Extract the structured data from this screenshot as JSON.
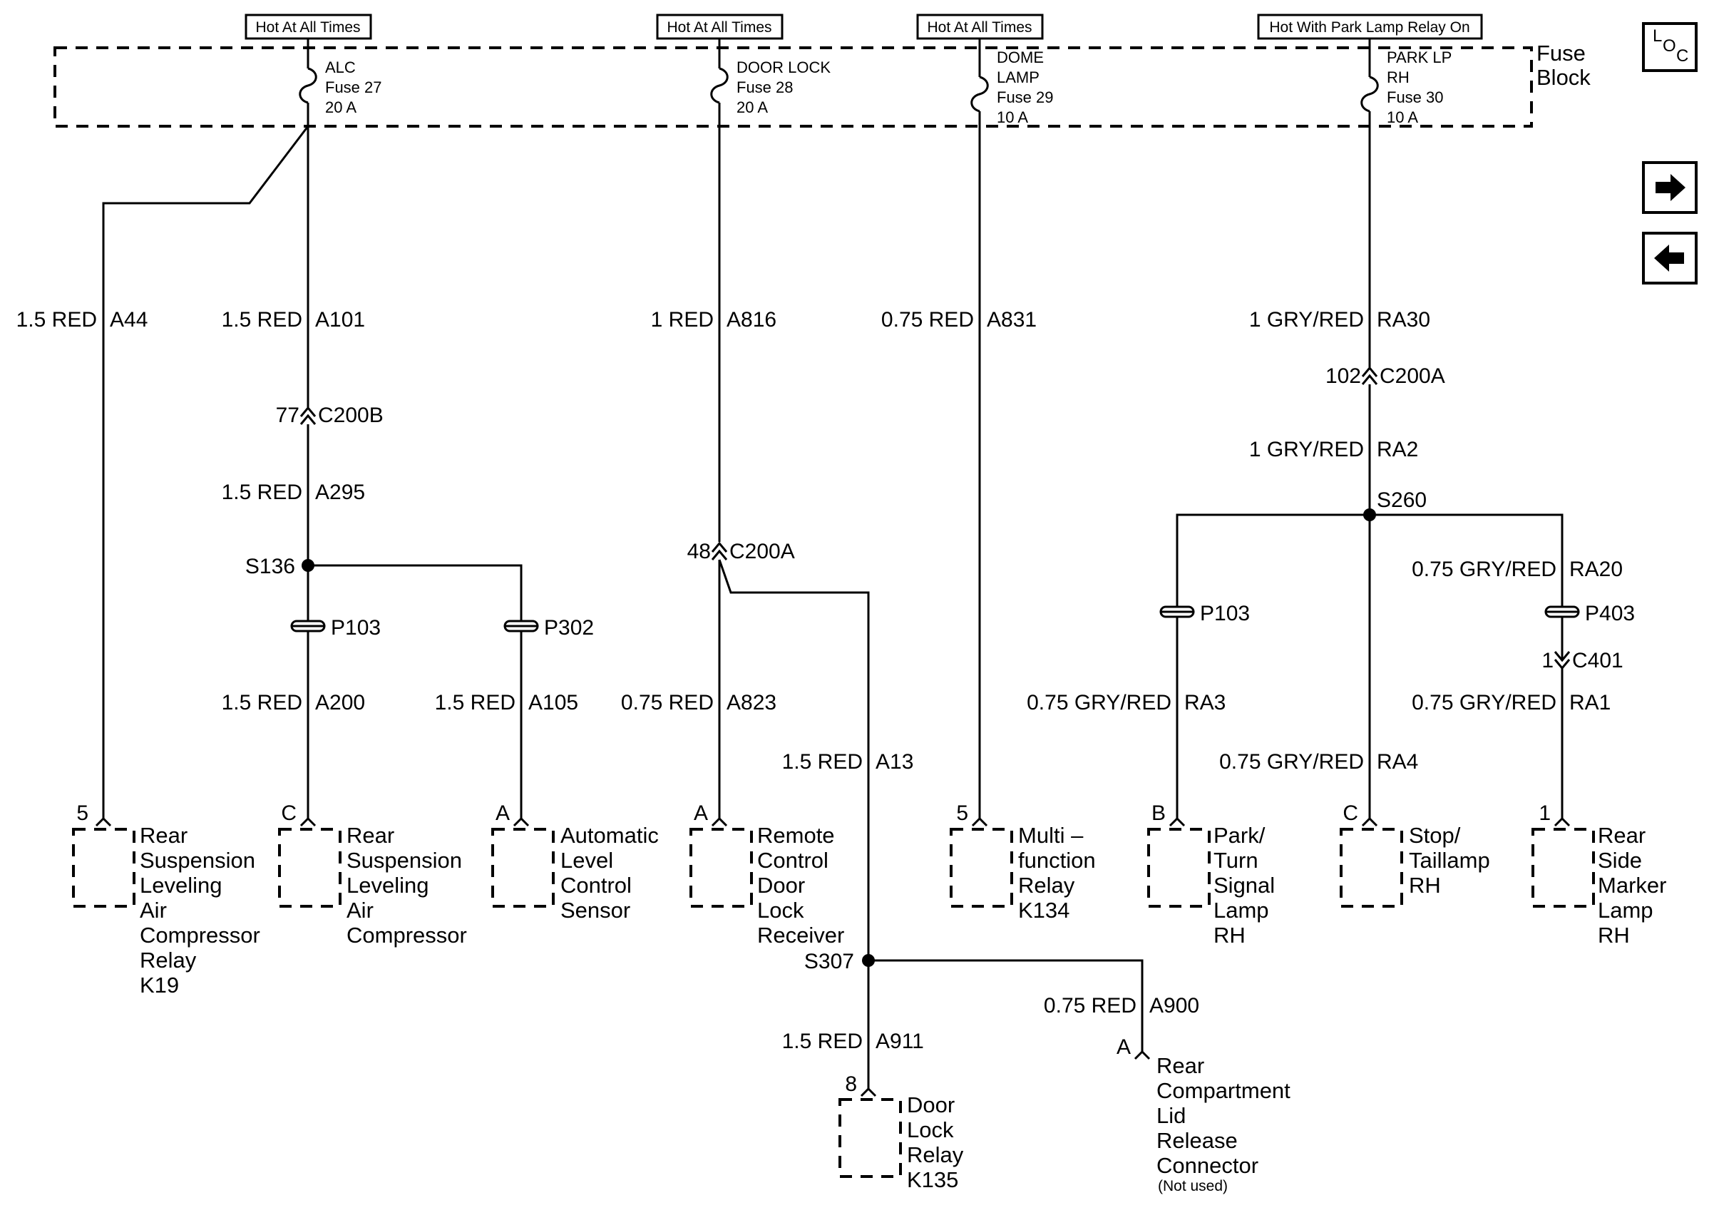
{
  "nav": {
    "loc_label_l": "L",
    "loc_label_o": "O",
    "loc_label_c": "C"
  },
  "fuse_block_label": [
    "Fuse",
    "Block"
  ],
  "headers": [
    "Hot At All Times",
    "Hot At All Times",
    "Hot At All Times",
    "Hot With Park Lamp Relay On"
  ],
  "fuses": [
    [
      "ALC",
      "Fuse 27",
      "20 A"
    ],
    [
      "DOOR LOCK",
      "Fuse 28",
      "20 A"
    ],
    [
      "DOME",
      "LAMP",
      "Fuse 29",
      "10 A"
    ],
    [
      "PARK LP",
      "RH",
      "Fuse 30",
      "10 A"
    ]
  ],
  "wires": [
    "1.5 RED",
    "A44",
    "1.5 RED",
    "A101",
    "1 RED",
    "A816",
    "0.75 RED",
    "A831",
    "1 GRY/RED",
    "RA30",
    "1.5 RED",
    "A295",
    "1 GRY/RED",
    "RA2",
    "0.75 GRY/RED",
    "RA20",
    "1.5 RED",
    "A200",
    "1.5 RED",
    "A105",
    "0.75 RED",
    "A823",
    "0.75 GRY/RED",
    "RA3",
    "0.75 GRY/RED",
    "RA1",
    "1.5 RED",
    "A13",
    "0.75 GRY/RED",
    "RA4",
    "0.75 RED",
    "A900",
    "1.5 RED",
    "A911"
  ],
  "connectors": [
    "77",
    "C200B",
    "102",
    "C200A",
    "48",
    "C200A",
    "1",
    "C401",
    "P103",
    "P302",
    "P103",
    "P403"
  ],
  "splices": [
    "S136",
    "S260",
    "S307"
  ],
  "pins": [
    "5",
    "C",
    "A",
    "A",
    "5",
    "B",
    "C",
    "1",
    "A",
    "8"
  ],
  "components": [
    [
      "Rear",
      "Suspension",
      "Leveling",
      "Air",
      "Compressor",
      "Relay",
      "K19"
    ],
    [
      "Rear",
      "Suspension",
      "Leveling",
      "Air",
      "Compressor"
    ],
    [
      "Automatic",
      "Level",
      "Control",
      "Sensor"
    ],
    [
      "Remote",
      "Control",
      "Door",
      "Lock",
      "Receiver"
    ],
    [
      "Multi –",
      "function",
      "Relay",
      "K134"
    ],
    [
      "Park/",
      "Turn",
      "Signal",
      "Lamp",
      "RH"
    ],
    [
      "Stop/",
      "Taillamp",
      "RH"
    ],
    [
      "Rear",
      "Side",
      "Marker",
      "Lamp",
      "RH"
    ],
    [
      "Rear",
      "Compartment",
      "Lid",
      "Release",
      "Connector",
      "(Not used)"
    ],
    [
      "Door",
      "Lock",
      "Relay",
      "K135"
    ]
  ]
}
